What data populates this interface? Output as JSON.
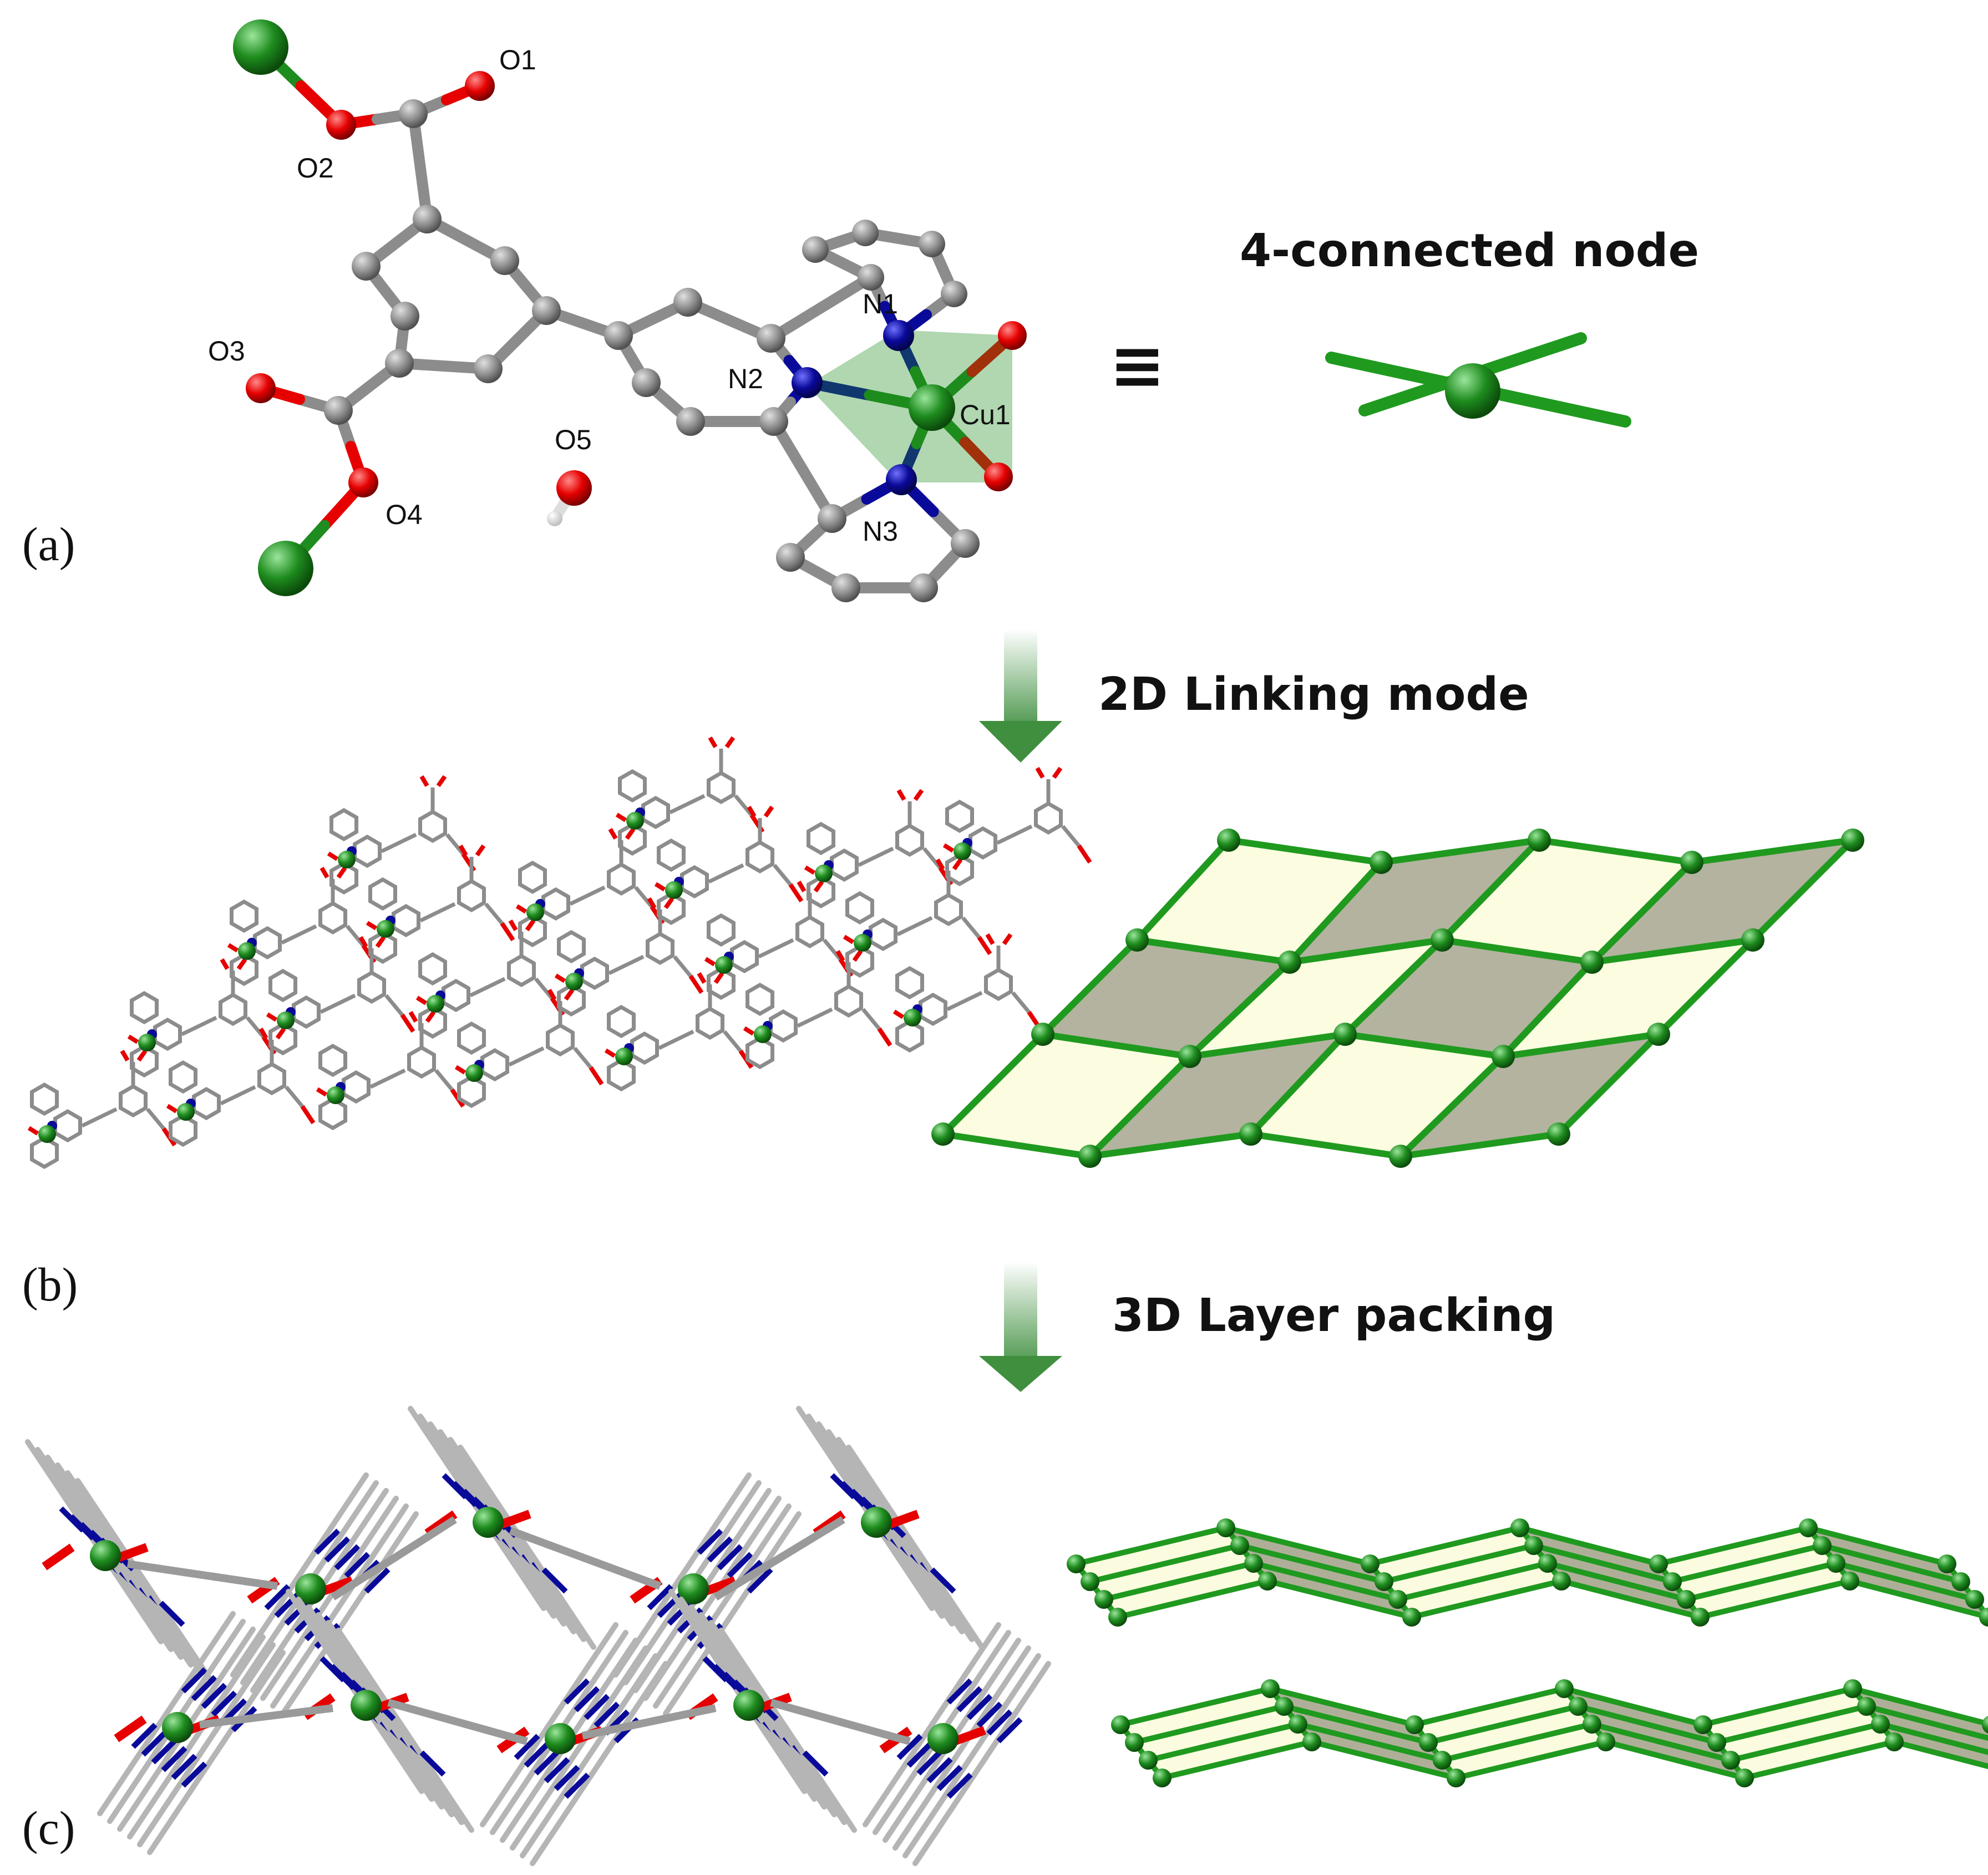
{
  "atom_labels": {
    "o1": "O1",
    "o2": "O2",
    "o3": "O3",
    "o4": "O4",
    "o5": "O5",
    "n1": "N1",
    "n2": "N2",
    "n3": "N3",
    "cu1": "Cu1"
  },
  "panels": {
    "a": "(a)",
    "b": "(b)",
    "c": "(c)"
  },
  "headings": {
    "node": "4-connected node",
    "linking": "2D Linking mode",
    "packing": "3D Layer packing"
  },
  "equivalence_symbol": "≡",
  "colors": {
    "carbon": "#8c8c8c",
    "oxygen": "#e60000",
    "nitrogen": "#0a0a9a",
    "copper": "#1e8c1e",
    "net_edge": "#1f9a1f",
    "face_light": "#fbfbdc",
    "face_dark": "#a6a68e",
    "arrow": "#3f8f3f"
  }
}
